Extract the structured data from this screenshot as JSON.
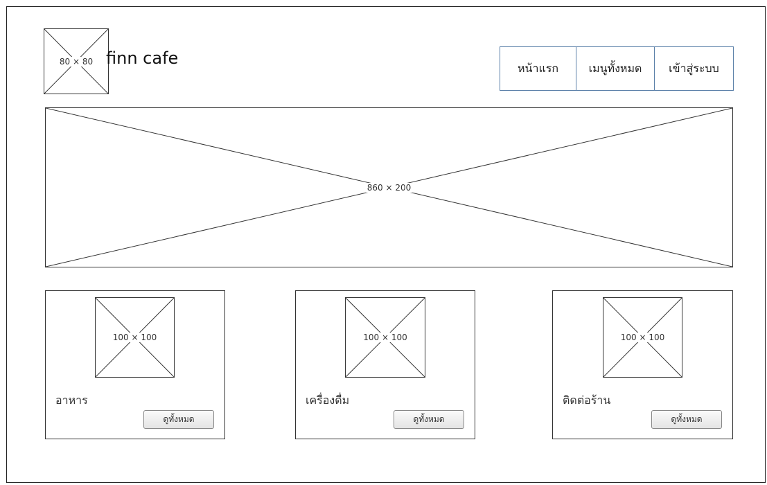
{
  "header": {
    "logo_label": "80 × 80",
    "brand_name": "finn cafe"
  },
  "nav": {
    "items": [
      {
        "label": "หน้าแรก"
      },
      {
        "label": "เมนูทั้งหมด"
      },
      {
        "label": "เข้าสู่ระบบ"
      }
    ]
  },
  "banner": {
    "label": "860 × 200"
  },
  "cards": [
    {
      "image_label": "100 × 100",
      "title": "อาหาร",
      "button_label": "ดูทั้งหมด"
    },
    {
      "image_label": "100 × 100",
      "title": "เครื่องดื่ม",
      "button_label": "ดูทั้งหมด"
    },
    {
      "image_label": "100 × 100",
      "title": "ติดต่อร้าน",
      "button_label": "ดูทั้งหมด"
    }
  ]
}
